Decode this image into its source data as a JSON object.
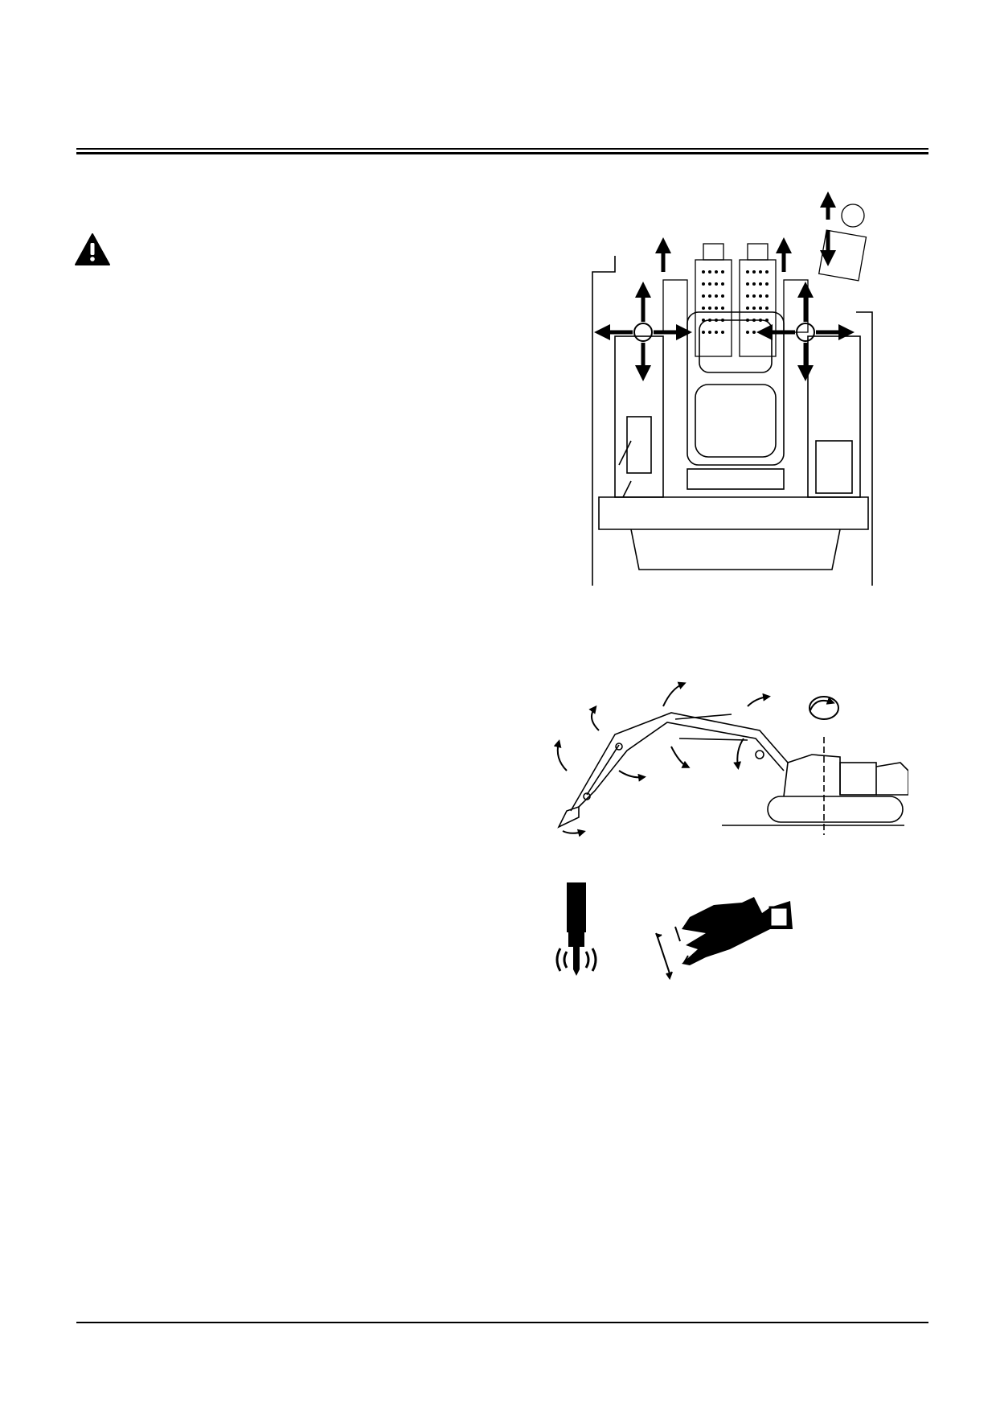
{
  "page": {
    "header_rule": true,
    "footer_rule": true
  },
  "warning": {
    "icon": "warning-triangle-icon",
    "color": "#000000"
  },
  "figures": {
    "cab_controls": {
      "icon": "operator-cab-controls-illustration"
    },
    "excavator_motion": {
      "icon": "excavator-motion-illustration"
    },
    "breaker_tool": {
      "icon": "hydraulic-breaker-illustration"
    },
    "crusher_tool": {
      "icon": "crusher-jaw-illustration"
    }
  }
}
